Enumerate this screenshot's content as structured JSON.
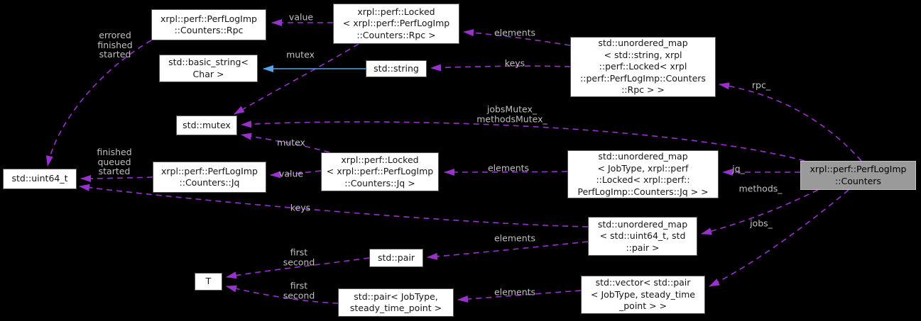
{
  "nodes": {
    "uint64": {
      "label": "std::uint64_t"
    },
    "rpcCounters": {
      "label": "xrpl::perf::PerfLogImp\n::Counters::Rpc"
    },
    "basicString": {
      "label": "std::basic_string<\nChar >"
    },
    "stdMutex": {
      "label": "std::mutex"
    },
    "jqCounters": {
      "label": "xrpl::perf::PerfLogImp\n::Counters::Jq"
    },
    "tParam": {
      "label": "T"
    },
    "lockedRpc": {
      "label": "xrpl::perf::Locked\n< xrpl::perf::PerfLogImp\n::Counters::Rpc >"
    },
    "stdString": {
      "label": "std::string"
    },
    "lockedJq": {
      "label": "xrpl::perf::Locked\n< xrpl::perf::PerfLogImp\n::Counters::Jq >"
    },
    "stdPair": {
      "label": "std::pair"
    },
    "pairJobtype": {
      "label": "std::pair< JobType,\nsteady_time_point >"
    },
    "umapRpc": {
      "label": "std::unordered_map\n< std::string, xrpl\n::perf::Locked< xrpl\n::perf::PerfLogImp::Counters\n::Rpc > >"
    },
    "umapJq": {
      "label": "std::unordered_map\n< JobType, xrpl::perf\n::Locked< xrpl::perf::\nPerfLogImp::Counters::Jq > >"
    },
    "umapPair": {
      "label": "std::unordered_map\n< std::uint64_t, std\n::pair >"
    },
    "vectorPair": {
      "label": "std::vector< std::pair\n< JobType, steady_time\n_point > >"
    },
    "counters": {
      "label": "xrpl::perf::PerfLogImp\n::Counters"
    }
  },
  "edge_labels": {
    "rpc_value": "value",
    "rpc_mutex": "mutex",
    "rpc_elements": "elements",
    "rpc_keys": "keys",
    "rpc_field": "rpc_",
    "mutex_fields": "jobsMutex_\nmethodsMutex_",
    "rpc_counter_fields": "errored\nfinished\nstarted",
    "jq_counter_fields": "finished\nqueued\nstarted",
    "jq_value": "value",
    "jq_mutex": "mutex",
    "jq_elements": "elements",
    "jq_field": "jq_",
    "methods_field": "methods_",
    "jobs_field": "jobs_",
    "methods_keys": "keys",
    "methods_elements": "elements",
    "pair_fields": "first\nsecond",
    "job_pair_fields": "first\nsecond",
    "jobs_elements": "elements"
  },
  "colors": {
    "background": "#000000",
    "usage_edge": "#9932cc",
    "inheritance_edge": "#58a6e8",
    "node_fill": "#ffffff",
    "node_border": "#545454",
    "focus_node_fill": "#9a9a9a",
    "edge_label_text": "#c0c0c0"
  }
}
